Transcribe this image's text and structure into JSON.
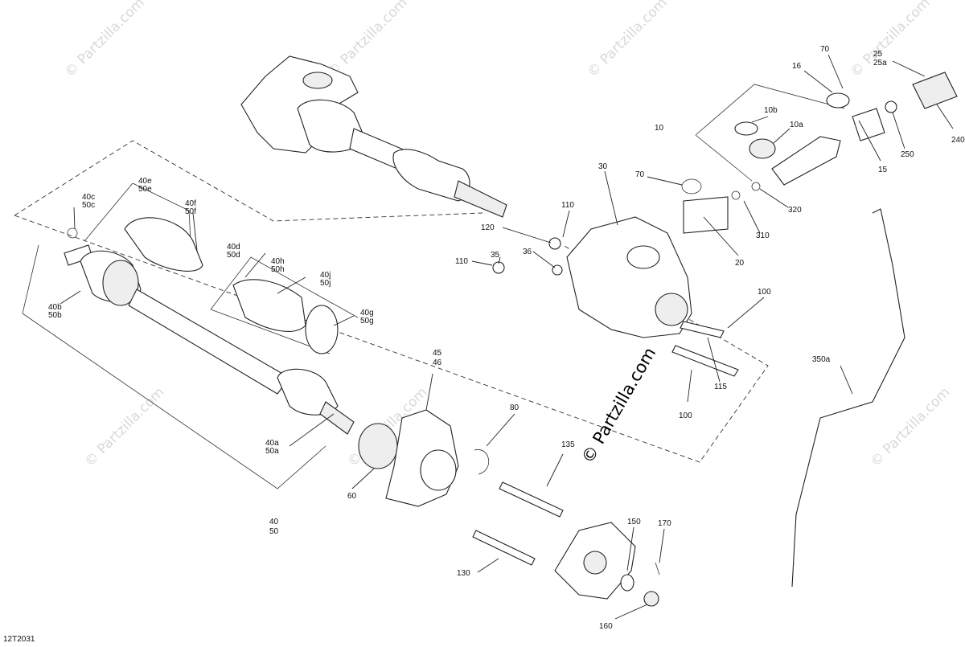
{
  "diagram": {
    "id": "12T2031",
    "watermark": "© Partzilla.com",
    "watermark_center": "© Partzilla.com",
    "callouts": {
      "c10": "10",
      "c10a": "10a",
      "c10b": "10b",
      "c15": "15",
      "c16": "16",
      "c20": "20",
      "c25": "25",
      "c25a": "25a",
      "c30": "30",
      "c35": "35",
      "c36": "36",
      "c40": "40",
      "c50": "50",
      "c40a": "40a",
      "c50a": "50a",
      "c40b": "40b",
      "c50b": "50b",
      "c40c": "40c",
      "c50c": "50c",
      "c40d": "40d",
      "c50d": "50d",
      "c40e": "40e",
      "c50e": "50e",
      "c40f": "40f",
      "c50f": "50f",
      "c40g": "40g",
      "c50g": "50g",
      "c40h": "40h",
      "c50h": "50h",
      "c40j": "40j",
      "c50j": "50j",
      "c45": "45",
      "c46": "46",
      "c60": "60",
      "c70a": "70",
      "c70b": "70",
      "c80": "80",
      "c100a": "100",
      "c100b": "100",
      "c110a": "110",
      "c110b": "110",
      "c115": "115",
      "c120": "120",
      "c130": "130",
      "c135": "135",
      "c150": "150",
      "c160": "160",
      "c170": "170",
      "c240": "240",
      "c250": "250",
      "c310": "310",
      "c320": "320",
      "c350a": "350a"
    }
  }
}
